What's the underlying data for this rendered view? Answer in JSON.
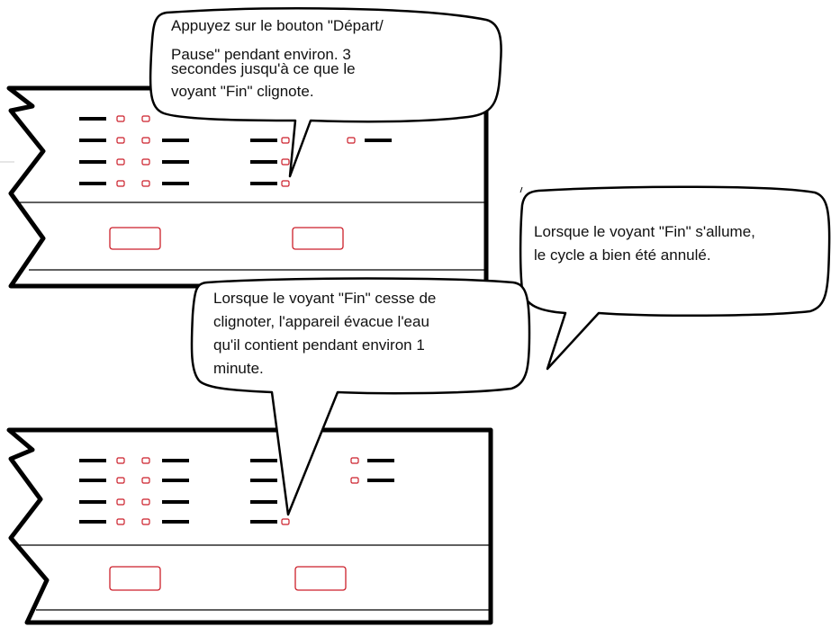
{
  "callouts": {
    "press_start": {
      "lines": [
        "Appuyez sur le bouton \"Départ/",
        "Pause\" pendant environ. 3",
        "secondes jusqu'à ce que le",
        "voyant \"Fin\" clignote."
      ]
    },
    "cycle_cancelled": {
      "lines": [
        "Lorsque le voyant \"Fin\" s'allume,",
        "le cycle a bien été annulé."
      ]
    },
    "drain_water": {
      "lines": [
        "Lorsque le voyant \"Fin\" cesse de",
        "clignoter, l'appareil évacue l'eau",
        "qu'il  contient pendant environ 1",
        "minute."
      ]
    }
  },
  "colors": {
    "outline": "#000000",
    "indicator": "#cc1f2a",
    "panel_line": "#000000"
  },
  "icons": {
    "indicator_light": "small-red-rounded-rectangle",
    "control_button": "red-outlined-rectangle"
  }
}
